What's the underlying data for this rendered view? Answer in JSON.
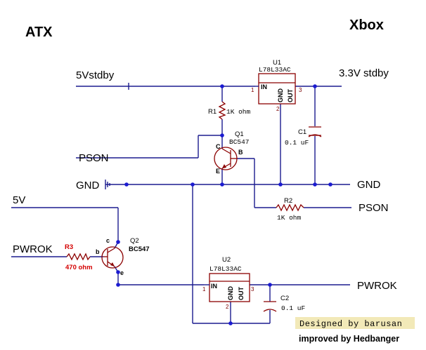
{
  "headings": {
    "left": "ATX",
    "right": "Xbox"
  },
  "nets": {
    "vstdby_in": "5Vstdby",
    "vstdby_out": "3.3V stdby",
    "pson_in": "PSON",
    "gnd_in": "GND",
    "gnd_out": "GND",
    "pson_out": "PSON",
    "v5": "5V",
    "pwrok_in": "PWROK",
    "pwrok_out": "PWROK"
  },
  "components": {
    "u1": {
      "ref": "U1",
      "part": "L78L33AC",
      "pin_in": "IN",
      "pin_gnd": "GND",
      "pin_out": "OUT",
      "num_in": "1",
      "num_gnd": "2",
      "num_out": "3"
    },
    "u2": {
      "ref": "U2",
      "part": "L78L33AC",
      "pin_in": "IN",
      "pin_gnd": "GND",
      "pin_out": "OUT",
      "num_in": "1",
      "num_gnd": "2",
      "num_out": "3"
    },
    "r1": {
      "ref": "R1",
      "value": "1K ohm"
    },
    "r2": {
      "ref": "R2",
      "value": "1K ohm"
    },
    "r3": {
      "ref": "R3",
      "value": "470 ohm"
    },
    "c1": {
      "ref": "C1",
      "value": "0.1 uF"
    },
    "c2": {
      "ref": "C2",
      "value": "0.1 uF"
    },
    "q1": {
      "ref": "Q1",
      "part": "BC547",
      "pin_c": "C",
      "pin_b": "B",
      "pin_e": "E"
    },
    "q2": {
      "ref": "Q2",
      "part": "BC547",
      "pin_c": "c",
      "pin_b": "b",
      "pin_e": "e"
    }
  },
  "credits": {
    "designed": "Designed by barusan",
    "improved": "improved by Hedbanger"
  },
  "colors": {
    "wire": "#1b1b8f",
    "component": "#8b0000",
    "junction": "#1b1bd1",
    "credit_bg": "#f2e9b8"
  }
}
